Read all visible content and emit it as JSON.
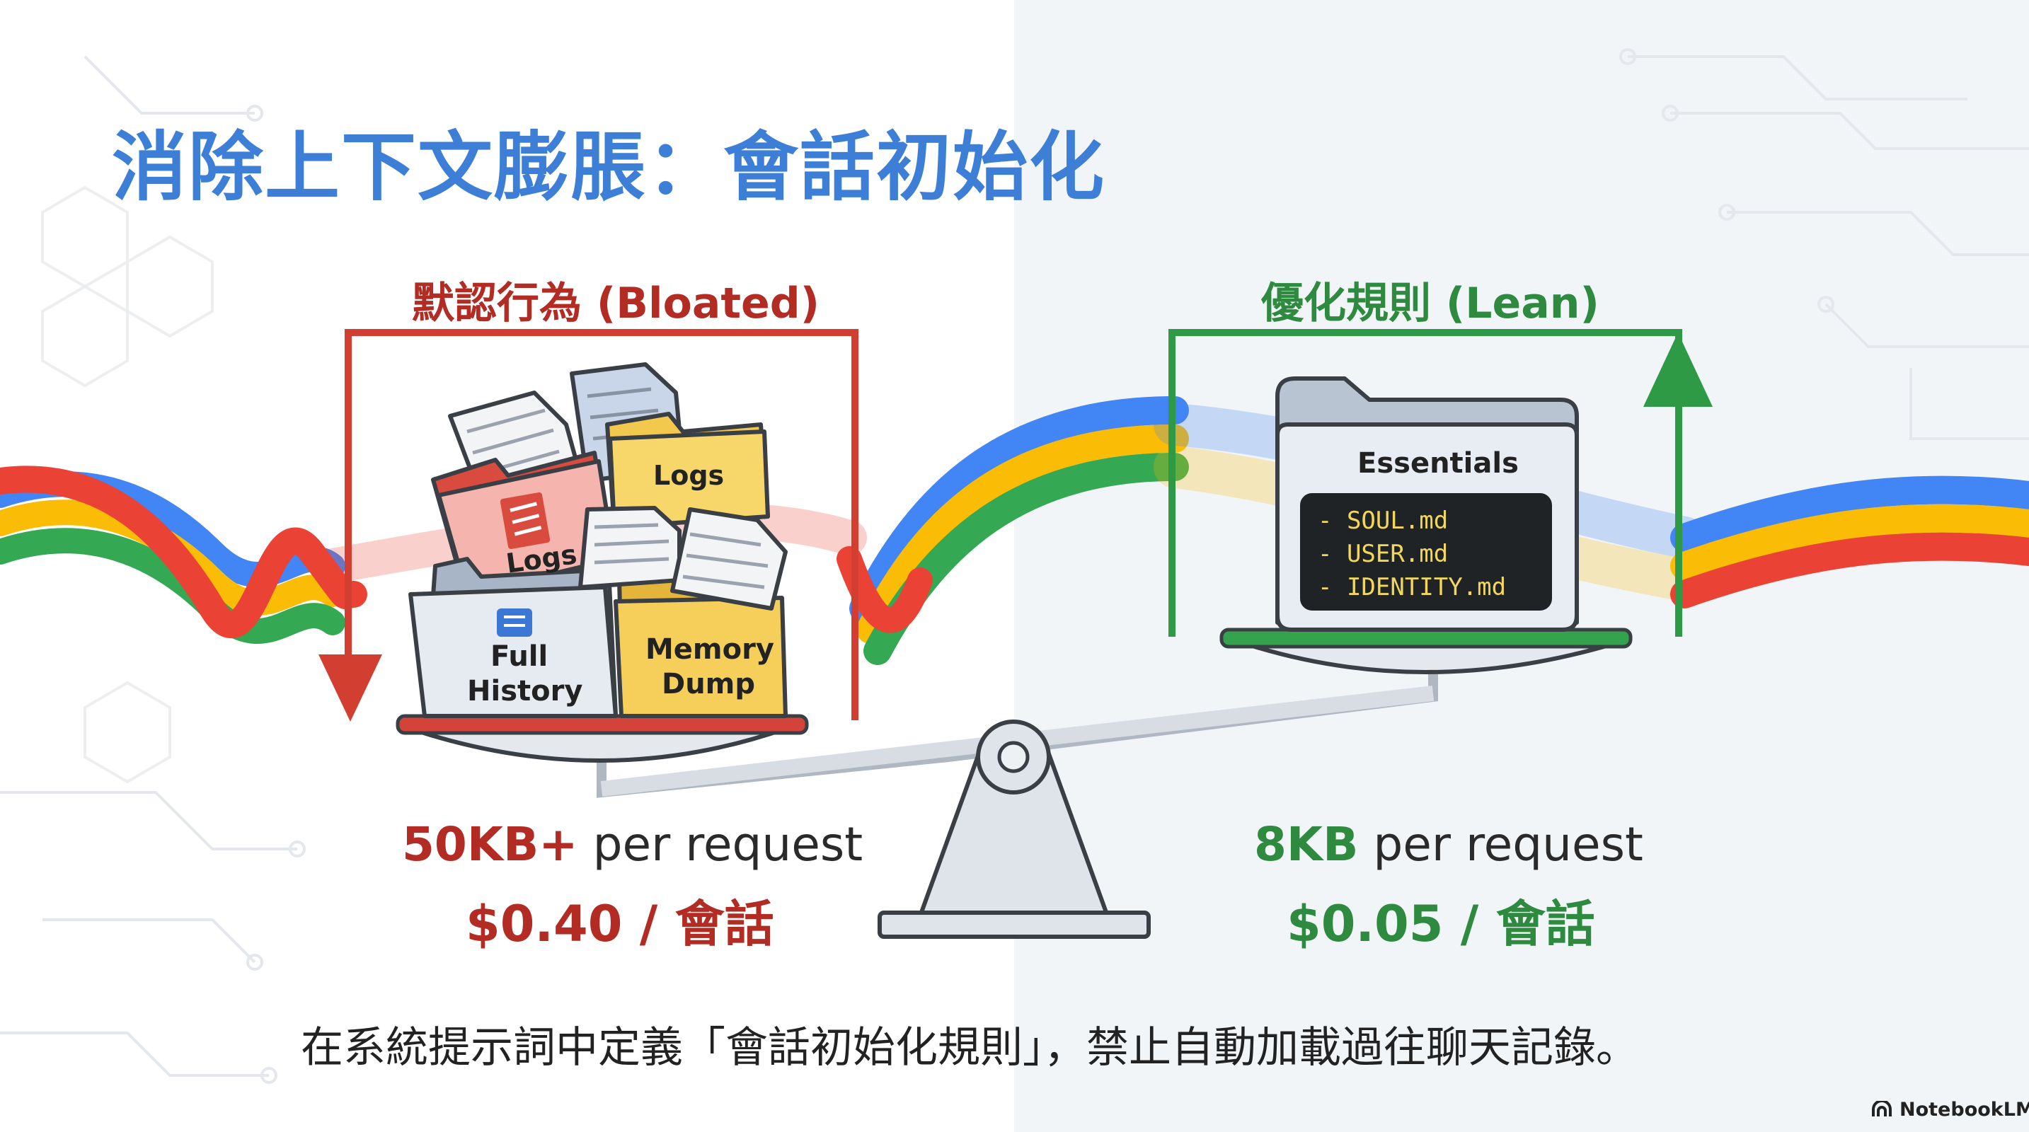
{
  "title": "消除上下文膨脹：會話初始化",
  "left_panel": {
    "label": "默認行為 (Bloated)",
    "folders": {
      "full_history": [
        "Full",
        "History"
      ],
      "memory_dump": [
        "Memory",
        "Dump"
      ],
      "logs_red": "Logs",
      "logs_yellow": "Logs"
    },
    "stat_size": "50KB+",
    "stat_suffix": " per request",
    "stat_cost": "$0.40 / 會話"
  },
  "right_panel": {
    "label": "優化規則 (Lean)",
    "folder_title": "Essentials",
    "files": [
      "- SOUL.md",
      "- USER.md",
      "- IDENTITY.md"
    ],
    "stat_size": "8KB",
    "stat_suffix": " per request",
    "stat_cost": "$0.05 / 會話"
  },
  "caption": "在系統提示詞中定義「會話初始化規則」，禁止自動加載過往聊天記錄。",
  "brand": "NotebookLM",
  "colors": {
    "title_blue": "#3d7fd6",
    "bloated_red": "#b22c24",
    "lean_green": "#2e8a3e",
    "ribbon_blue": "#4285f4",
    "ribbon_red": "#ea4335",
    "ribbon_yellow": "#fbbc05",
    "ribbon_green": "#34a853"
  }
}
